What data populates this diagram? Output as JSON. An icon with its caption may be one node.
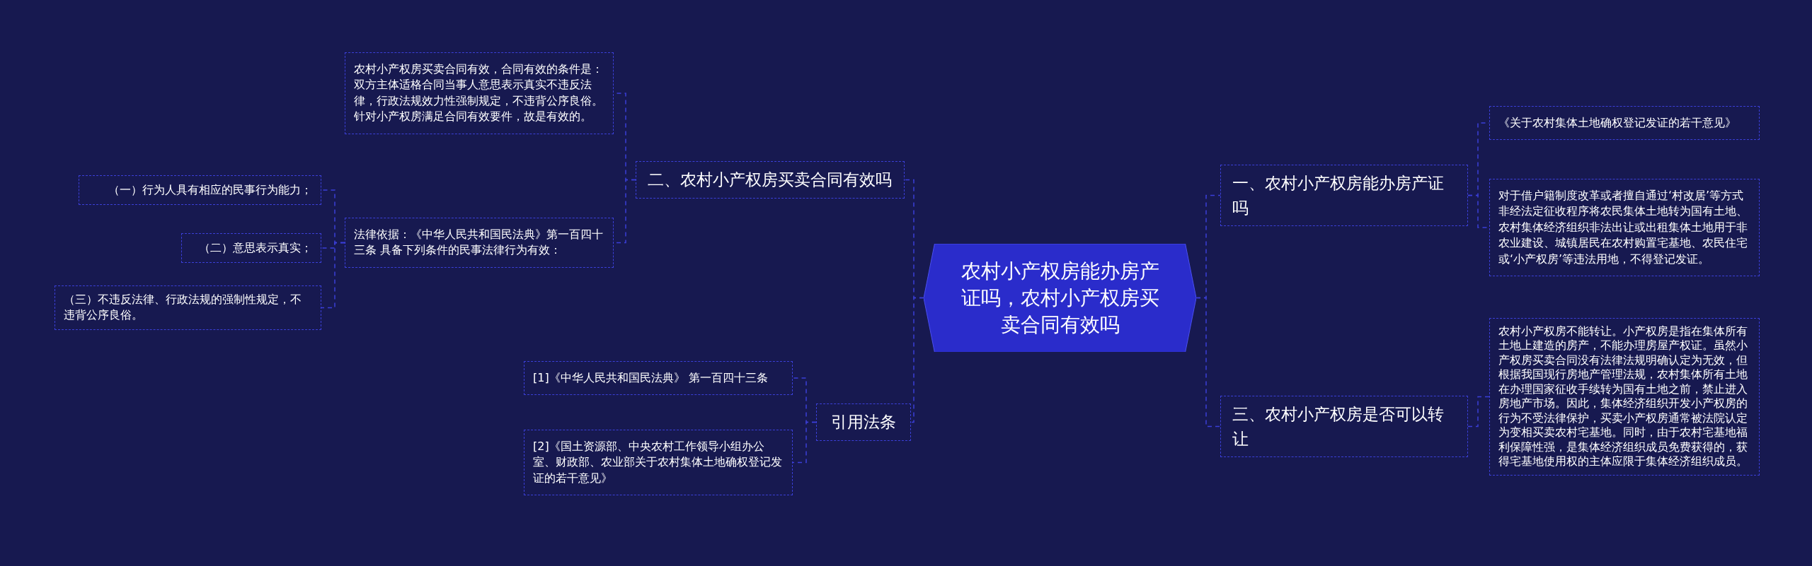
{
  "diagram": {
    "nodes": [
      {
        "text": [
          "农村小产权房能办房产证吗，农村小产权房买卖合同有效吗"
        ]
      },
      {
        "text": [
          "二、农村小产权房买卖合同有效吗"
        ]
      },
      {
        "text": [
          "农村小产权房买卖合同有效，合同有效的条件是：双方主体适格合同当事人意思表示真实不违反法律，行政法规效力性强制规定，不违背公序良俗。针对小产权房满足合同有效要件，故是有效的。"
        ]
      },
      {
        "text": [
          "法律依据：《中华人民共和国民法典》第一百四十三条 具备下列条件的民事法律行为有效："
        ]
      },
      {
        "text": [
          "（一）行为人具有相应的民事行为能力；"
        ]
      },
      {
        "text": [
          "（二）意思表示真实；"
        ]
      },
      {
        "text": [
          "（三）不违反法律、行政法规的强制性规定，不违背公序良俗。"
        ]
      },
      {
        "text": [
          "引用法条"
        ]
      },
      {
        "text": [
          "[1]《中华人民共和国民法典》 第一百四十三条"
        ]
      },
      {
        "text": [
          "[2]《国土资源部、中央农村工作领导小组办公室、财政部、农业部关于农村集体土地确权登记发证的若干意见》"
        ]
      },
      {
        "text": [
          "一、农村小产权房能办房产证吗"
        ]
      },
      {
        "text": [
          "《关于农村集体土地确权登记发证的若干意见》"
        ]
      },
      {
        "text": [
          "对于借户籍制度改革或者擅自通过‘村改居’等方式非经法定征收程序将农民集体土地转为国有土地、农村集体经济组织非法出让或出租集体土地用于非农业建设、城镇居民在农村购置宅基地、农民住宅或‘小产权房’等违法用地，不得登记发证。"
        ]
      },
      {
        "text": [
          "三、农村小产权房是否可以转让"
        ]
      },
      {
        "text": [
          "农村小产权房不能转让。小产权房是指在集体所有土地上建造的房产，不能办理房屋产权证。虽然小产权房买卖合同没有法律法规明确认定为无效，但根据我国现行房地产管理法规，农村集体所有土地在办理国家征收手续转为国有土地之前，禁止进入房地产市场。因此，集体经济组织开发小产权房的行为不受法律保护，买卖小产权房通常被法院认定为变相买卖农村宅基地。同时，由于农村宅基地福利保障性强，是集体经济组织成员免费获得的，获得宅基地使用权的主体应限于集体经济组织成员。"
        ]
      }
    ],
    "edges": [
      {
        "from": 0,
        "to": 1,
        "arrow": "none",
        "style": "dashed"
      },
      {
        "from": 1,
        "to": 2,
        "arrow": "none",
        "style": "dashed"
      },
      {
        "from": 1,
        "to": 3,
        "arrow": "none",
        "style": "dashed"
      },
      {
        "from": 3,
        "to": 4,
        "arrow": "none",
        "style": "dashed"
      },
      {
        "from": 3,
        "to": 5,
        "arrow": "none",
        "style": "dashed"
      },
      {
        "from": 3,
        "to": 6,
        "arrow": "none",
        "style": "dashed"
      },
      {
        "from": 0,
        "to": 7,
        "arrow": "none",
        "style": "dashed"
      },
      {
        "from": 7,
        "to": 8,
        "arrow": "none",
        "style": "dashed"
      },
      {
        "from": 7,
        "to": 9,
        "arrow": "none",
        "style": "dashed"
      },
      {
        "from": 0,
        "to": 10,
        "arrow": "none",
        "style": "dashed"
      },
      {
        "from": 10,
        "to": 11,
        "arrow": "none",
        "style": "dashed"
      },
      {
        "from": 10,
        "to": 12,
        "arrow": "none",
        "style": "dashed"
      },
      {
        "from": 0,
        "to": 13,
        "arrow": "none",
        "style": "dashed"
      },
      {
        "from": 13,
        "to": 14,
        "arrow": "none",
        "style": "dashed"
      }
    ]
  }
}
